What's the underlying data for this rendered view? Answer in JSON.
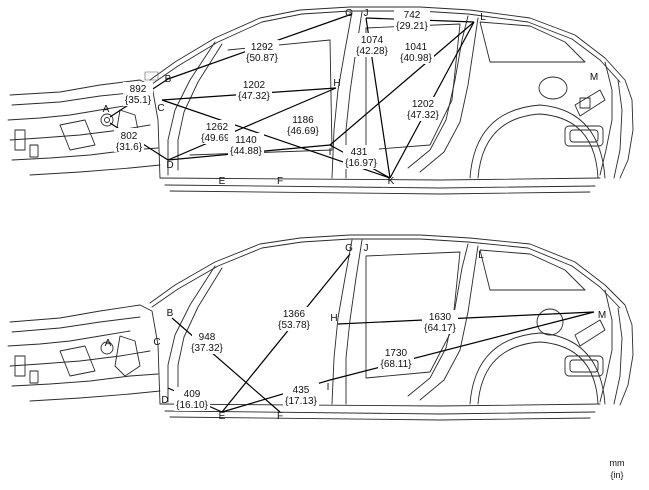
{
  "top_view": {
    "points": {
      "A": "A",
      "B": "B",
      "C": "C",
      "D": "D",
      "E": "E",
      "F": "F",
      "G": "G",
      "H": "H",
      "I": "I",
      "J": "J",
      "K": "K",
      "L": "L",
      "M": "M"
    },
    "dimensions": [
      {
        "id": "A-B",
        "mm": "892",
        "in": "{35.1}"
      },
      {
        "id": "A-D",
        "mm": "802",
        "in": "{31.6}"
      },
      {
        "id": "B-G",
        "mm": "1292",
        "in": "{50.87}"
      },
      {
        "id": "C-H",
        "mm": "1202",
        "in": "{47.32}"
      },
      {
        "id": "C-K",
        "mm": "1186",
        "in": "{46.69}"
      },
      {
        "id": "D-H",
        "mm": "1262",
        "in": "{49.69}"
      },
      {
        "id": "D-I",
        "mm": "1140",
        "in": "{44.88}"
      },
      {
        "id": "I-K",
        "mm": "431",
        "in": "{16.97}"
      },
      {
        "id": "J-K",
        "mm": "1074",
        "in": "{42.28}"
      },
      {
        "id": "J-L",
        "mm": "742",
        "in": "{29.21}"
      },
      {
        "id": "L-K-upper",
        "mm": "1041",
        "in": "{40.98}"
      },
      {
        "id": "L-K",
        "mm": "1202",
        "in": "{47.32}"
      }
    ]
  },
  "bottom_view": {
    "points": {
      "A": "A",
      "B": "B",
      "C": "C",
      "D": "D",
      "E": "E",
      "F": "F",
      "G": "G",
      "H": "H",
      "I": "I",
      "J": "J",
      "L": "L",
      "M": "M"
    },
    "dimensions": [
      {
        "id": "B-F",
        "mm": "948",
        "in": "{37.32}"
      },
      {
        "id": "D-E",
        "mm": "409",
        "in": "{16.10}"
      },
      {
        "id": "G-E",
        "mm": "1366",
        "in": "{53.78}"
      },
      {
        "id": "H-M",
        "mm": "1630",
        "in": "{64.17}"
      },
      {
        "id": "I-M",
        "mm": "1730",
        "in": "{68.11}"
      },
      {
        "id": "E-I",
        "mm": "435",
        "in": "{17.13}"
      }
    ]
  },
  "units": {
    "primary": "mm",
    "secondary": "{in}"
  }
}
